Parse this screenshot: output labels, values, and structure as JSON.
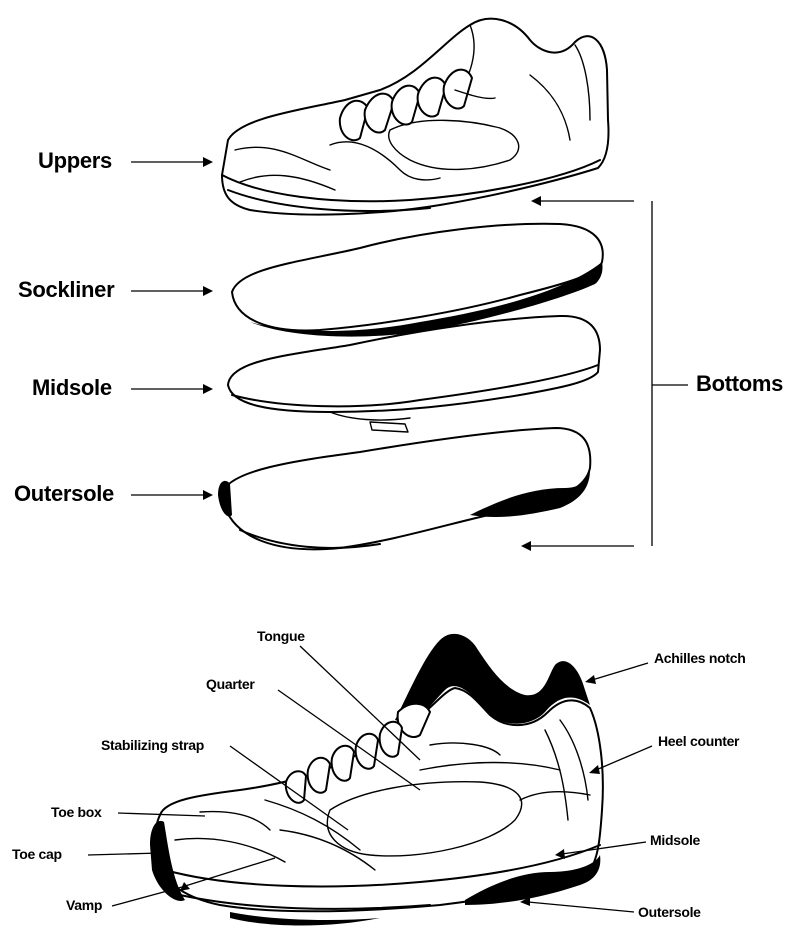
{
  "top_diagram": {
    "labels": {
      "uppers": "Uppers",
      "sockliner": "Sockliner",
      "midsole": "Midsole",
      "outersole": "Outersole",
      "bottoms": "Bottoms"
    }
  },
  "bottom_diagram": {
    "labels": {
      "tongue": "Tongue",
      "quarter": "Quarter",
      "stabilizing_strap": "Stabilizing strap",
      "toe_box": "Toe box",
      "toe_cap": "Toe cap",
      "vamp": "Vamp",
      "achilles_notch": "Achilles notch",
      "heel_counter": "Heel counter",
      "midsole": "Midsole",
      "outersole": "Outersole"
    }
  }
}
